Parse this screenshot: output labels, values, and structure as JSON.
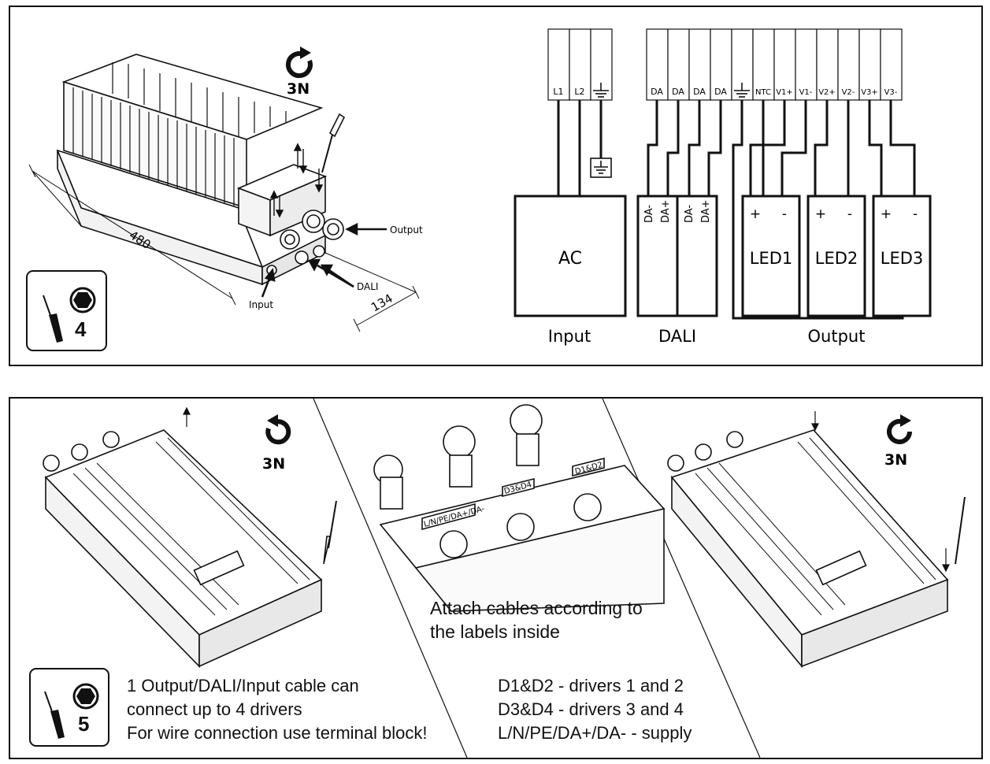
{
  "top_panel": {
    "torque": {
      "value": "3N"
    },
    "dimensions": {
      "length": "480",
      "width": "134"
    },
    "callouts": {
      "output": "Output",
      "dali": "DALI",
      "input": "Input"
    },
    "tool_box": {
      "number": "4"
    },
    "terminals": {
      "input_group": [
        "L1",
        "L2",
        "⏚"
      ],
      "dali_group": [
        "DA",
        "DA",
        "DA",
        "DA"
      ],
      "output_group": [
        "⏚",
        "NTC",
        "V1+",
        "V1-",
        "V2+",
        "V2-",
        "V3+",
        "V3-"
      ]
    },
    "blocks": {
      "ac": "AC",
      "dali_pins": [
        "DA-",
        "DA+",
        "DA-",
        "DA+"
      ],
      "leds": [
        "LED1",
        "LED2",
        "LED3"
      ],
      "plus": "+",
      "minus": "-"
    },
    "group_labels": {
      "input": "Input",
      "dali": "DALI",
      "output": "Output"
    }
  },
  "bottom_panel": {
    "torque_left": "3N",
    "torque_right": "3N",
    "connector_labels": [
      "L/N/PE/DA+/DA-",
      "D3&D4",
      "D1&D2"
    ],
    "attach_text": [
      "Attach cables according to",
      "the labels inside"
    ],
    "tool_box": {
      "number": "5"
    },
    "notes_left": [
      "1 Output/DALI/Input cable can",
      "connect up to 4 drivers",
      "For wire connection use terminal block!"
    ],
    "notes_right": [
      "D1&D2 - drivers 1 and 2",
      "D3&D4 - drivers 3 and 4",
      "L/N/PE/DA+/DA-  -  supply"
    ]
  }
}
